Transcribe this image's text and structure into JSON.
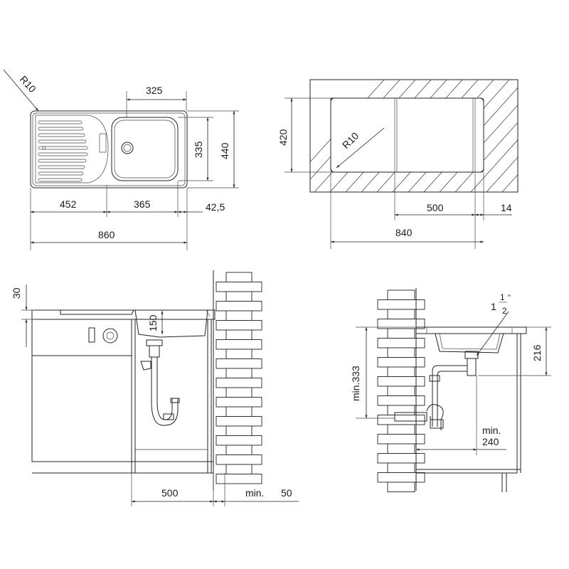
{
  "top_left": {
    "radius": "R10",
    "bowl_width": "325",
    "bowl_depth": "335",
    "overall_depth": "440",
    "drainer_width": "452",
    "bowl_span": "365",
    "edge_offset": "42,5",
    "overall_width": "860"
  },
  "top_right": {
    "depth": "420",
    "radius": "R10",
    "bowl_width": "500",
    "edge": "14",
    "width": "840"
  },
  "bottom_left": {
    "rim": "30",
    "drain_height": "150",
    "cabinet_width": "500",
    "wall_gap_label": "min.",
    "wall_gap": "50"
  },
  "bottom_right": {
    "pipe_int": "1",
    "pipe_num": "1",
    "pipe_den": "2",
    "pipe_unit": "\"",
    "height_min": "min.333",
    "height_216": "216",
    "depth_label": "min.",
    "depth_value": "240"
  }
}
